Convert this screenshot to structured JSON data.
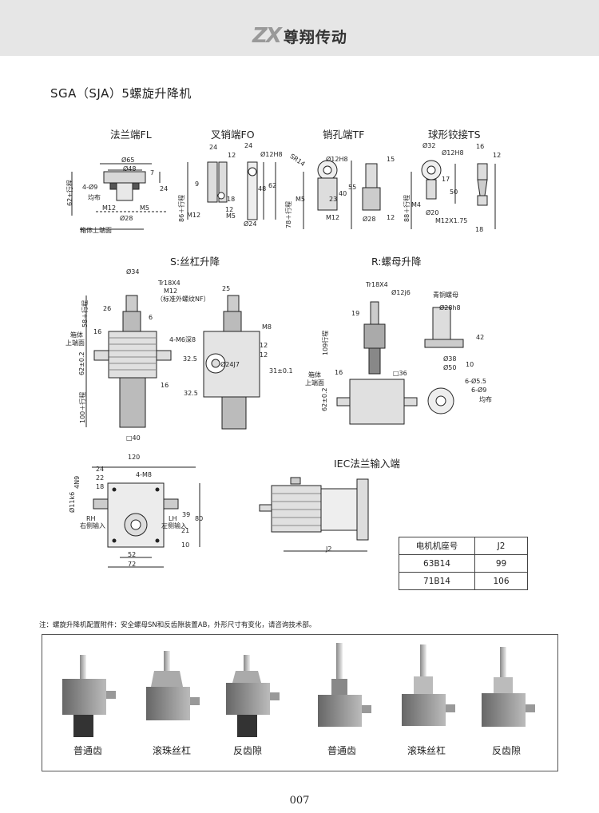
{
  "header": {
    "logo_mark": "ZX",
    "brand": "尊翔传动"
  },
  "title": "SGA（SJA）5螺旋升降机",
  "end_types": {
    "fl": "法兰端FL",
    "fo": "叉销端FO",
    "tf": "销孔端TF",
    "ts": "球形铰接TS"
  },
  "fl_dims": {
    "d65": "Ø65",
    "d48": "Ø48",
    "holes": "4-Ø9",
    "even": "均布",
    "m12": "M12",
    "d28": "Ø28",
    "m5": "M5",
    "n7": "7",
    "n24": "24",
    "stroke": "62+行程",
    "housing": "箱体上端面"
  },
  "fo_dims": {
    "n24a": "24",
    "n24b": "24",
    "n12a": "12",
    "d12h8": "Ø12H8",
    "n9": "9",
    "n18": "18",
    "n48": "48",
    "n62": "62",
    "n12b": "12",
    "m12": "M12",
    "m5": "M5",
    "d24": "Ø24",
    "stroke": "86＋行程"
  },
  "tf_dims": {
    "sr14": "SR14",
    "d12h8": "Ø12H8",
    "n15": "15",
    "m5": "M5",
    "n23": "23",
    "n40": "40",
    "n55": "55",
    "m12": "M12",
    "d28": "Ø28",
    "n12": "12",
    "stroke": "78＋行程"
  },
  "ts_dims": {
    "d32": "Ø32",
    "d12h8": "Ø12H8",
    "n16": "16",
    "n12": "12",
    "n17": "17",
    "n50": "50",
    "m4": "M4",
    "d20": "Ø20",
    "m12": "M12X1.75",
    "n18": "18",
    "stroke": "88＋行程"
  },
  "s_lift": {
    "label": "S:丝杠升降",
    "d34": "Ø34",
    "tr": "Tr18X4",
    "m12": "M12",
    "std": "（标准外螺纹NF）",
    "n26": "26",
    "n58": "58＋行程",
    "n6": "6",
    "housing_a": "箱体",
    "housing_b": "上端面",
    "n16a": "16",
    "n62": "62±0.2",
    "n16b": "16",
    "n100": "100＋行程",
    "sq40": "□40",
    "n25": "25",
    "m6": "4-M6深8",
    "m8": "M8",
    "n12a": "12",
    "n12b": "12",
    "n32": "32.5",
    "d24": "Ø24J7",
    "n31": "31±0.1",
    "n32b": "32.5"
  },
  "r_lift": {
    "label": "R:螺母升降",
    "tr": "Tr18X4",
    "d12": "Ø12j6",
    "n19": "19",
    "n109": "109行程",
    "housing_a": "箱体",
    "housing_b": "上端面",
    "n16": "16",
    "n62": "62±0.2",
    "sq36": "□36",
    "bronze": "青铜螺母",
    "d28": "Ø28h8",
    "n42": "42",
    "n10": "10",
    "d38": "Ø38",
    "d50": "Ø50",
    "holes_a": "6-Ø5.5",
    "holes_b": "6-Ø9",
    "even": "均布"
  },
  "bottom_view": {
    "n120": "120",
    "n24": "24",
    "n22": "22",
    "n18": "18",
    "m8": "4-M8",
    "n4n9": "4N9",
    "d11": "Ø11k6",
    "rh": "RH",
    "rh_text": "右侧输入",
    "lh": "LH",
    "lh_text": "左侧输入",
    "n39": "39",
    "n80": "80",
    "n10": "10",
    "n21": "21",
    "n52": "52",
    "n72": "72"
  },
  "iec": {
    "label": "IEC法兰输入端",
    "j2": "J2"
  },
  "motor_table": {
    "headers": [
      "电机机座号",
      "J2"
    ],
    "rows": [
      [
        "63B14",
        "99"
      ],
      [
        "71B14",
        "106"
      ]
    ]
  },
  "note": "注：螺旋升降机配置附件：安全螺母SN和反齿隙装置AB，外形尺寸有变化，请咨询技术部。",
  "photos": [
    "普通齿",
    "滚珠丝杠",
    "反齿隙",
    "普通齿",
    "滚珠丝杠",
    "反齿隙"
  ],
  "page_number": "007"
}
